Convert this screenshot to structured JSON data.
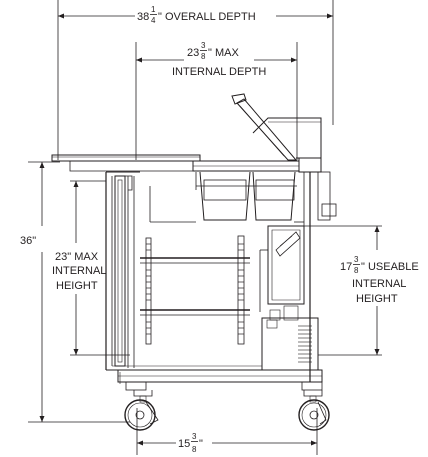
{
  "dimensions": {
    "overall_depth": {
      "whole": "38",
      "num": "1",
      "den": "4",
      "label": "\" OVERALL DEPTH"
    },
    "max_internal_depth": {
      "whole": "23",
      "num": "3",
      "den": "8",
      "label": "\" MAX",
      "label2": "INTERNAL DEPTH"
    },
    "height": {
      "label": "36\""
    },
    "max_internal_height": {
      "line1": "23\" MAX",
      "line2": "INTERNAL",
      "line3": "HEIGHT"
    },
    "useable_internal_height": {
      "whole": "17",
      "num": "3",
      "den": "8",
      "label": "\" USEABLE",
      "line2": "INTERNAL",
      "line3": "HEIGHT"
    },
    "caster_spacing": {
      "whole": "15",
      "num": "3",
      "den": "8",
      "label": "\""
    }
  }
}
